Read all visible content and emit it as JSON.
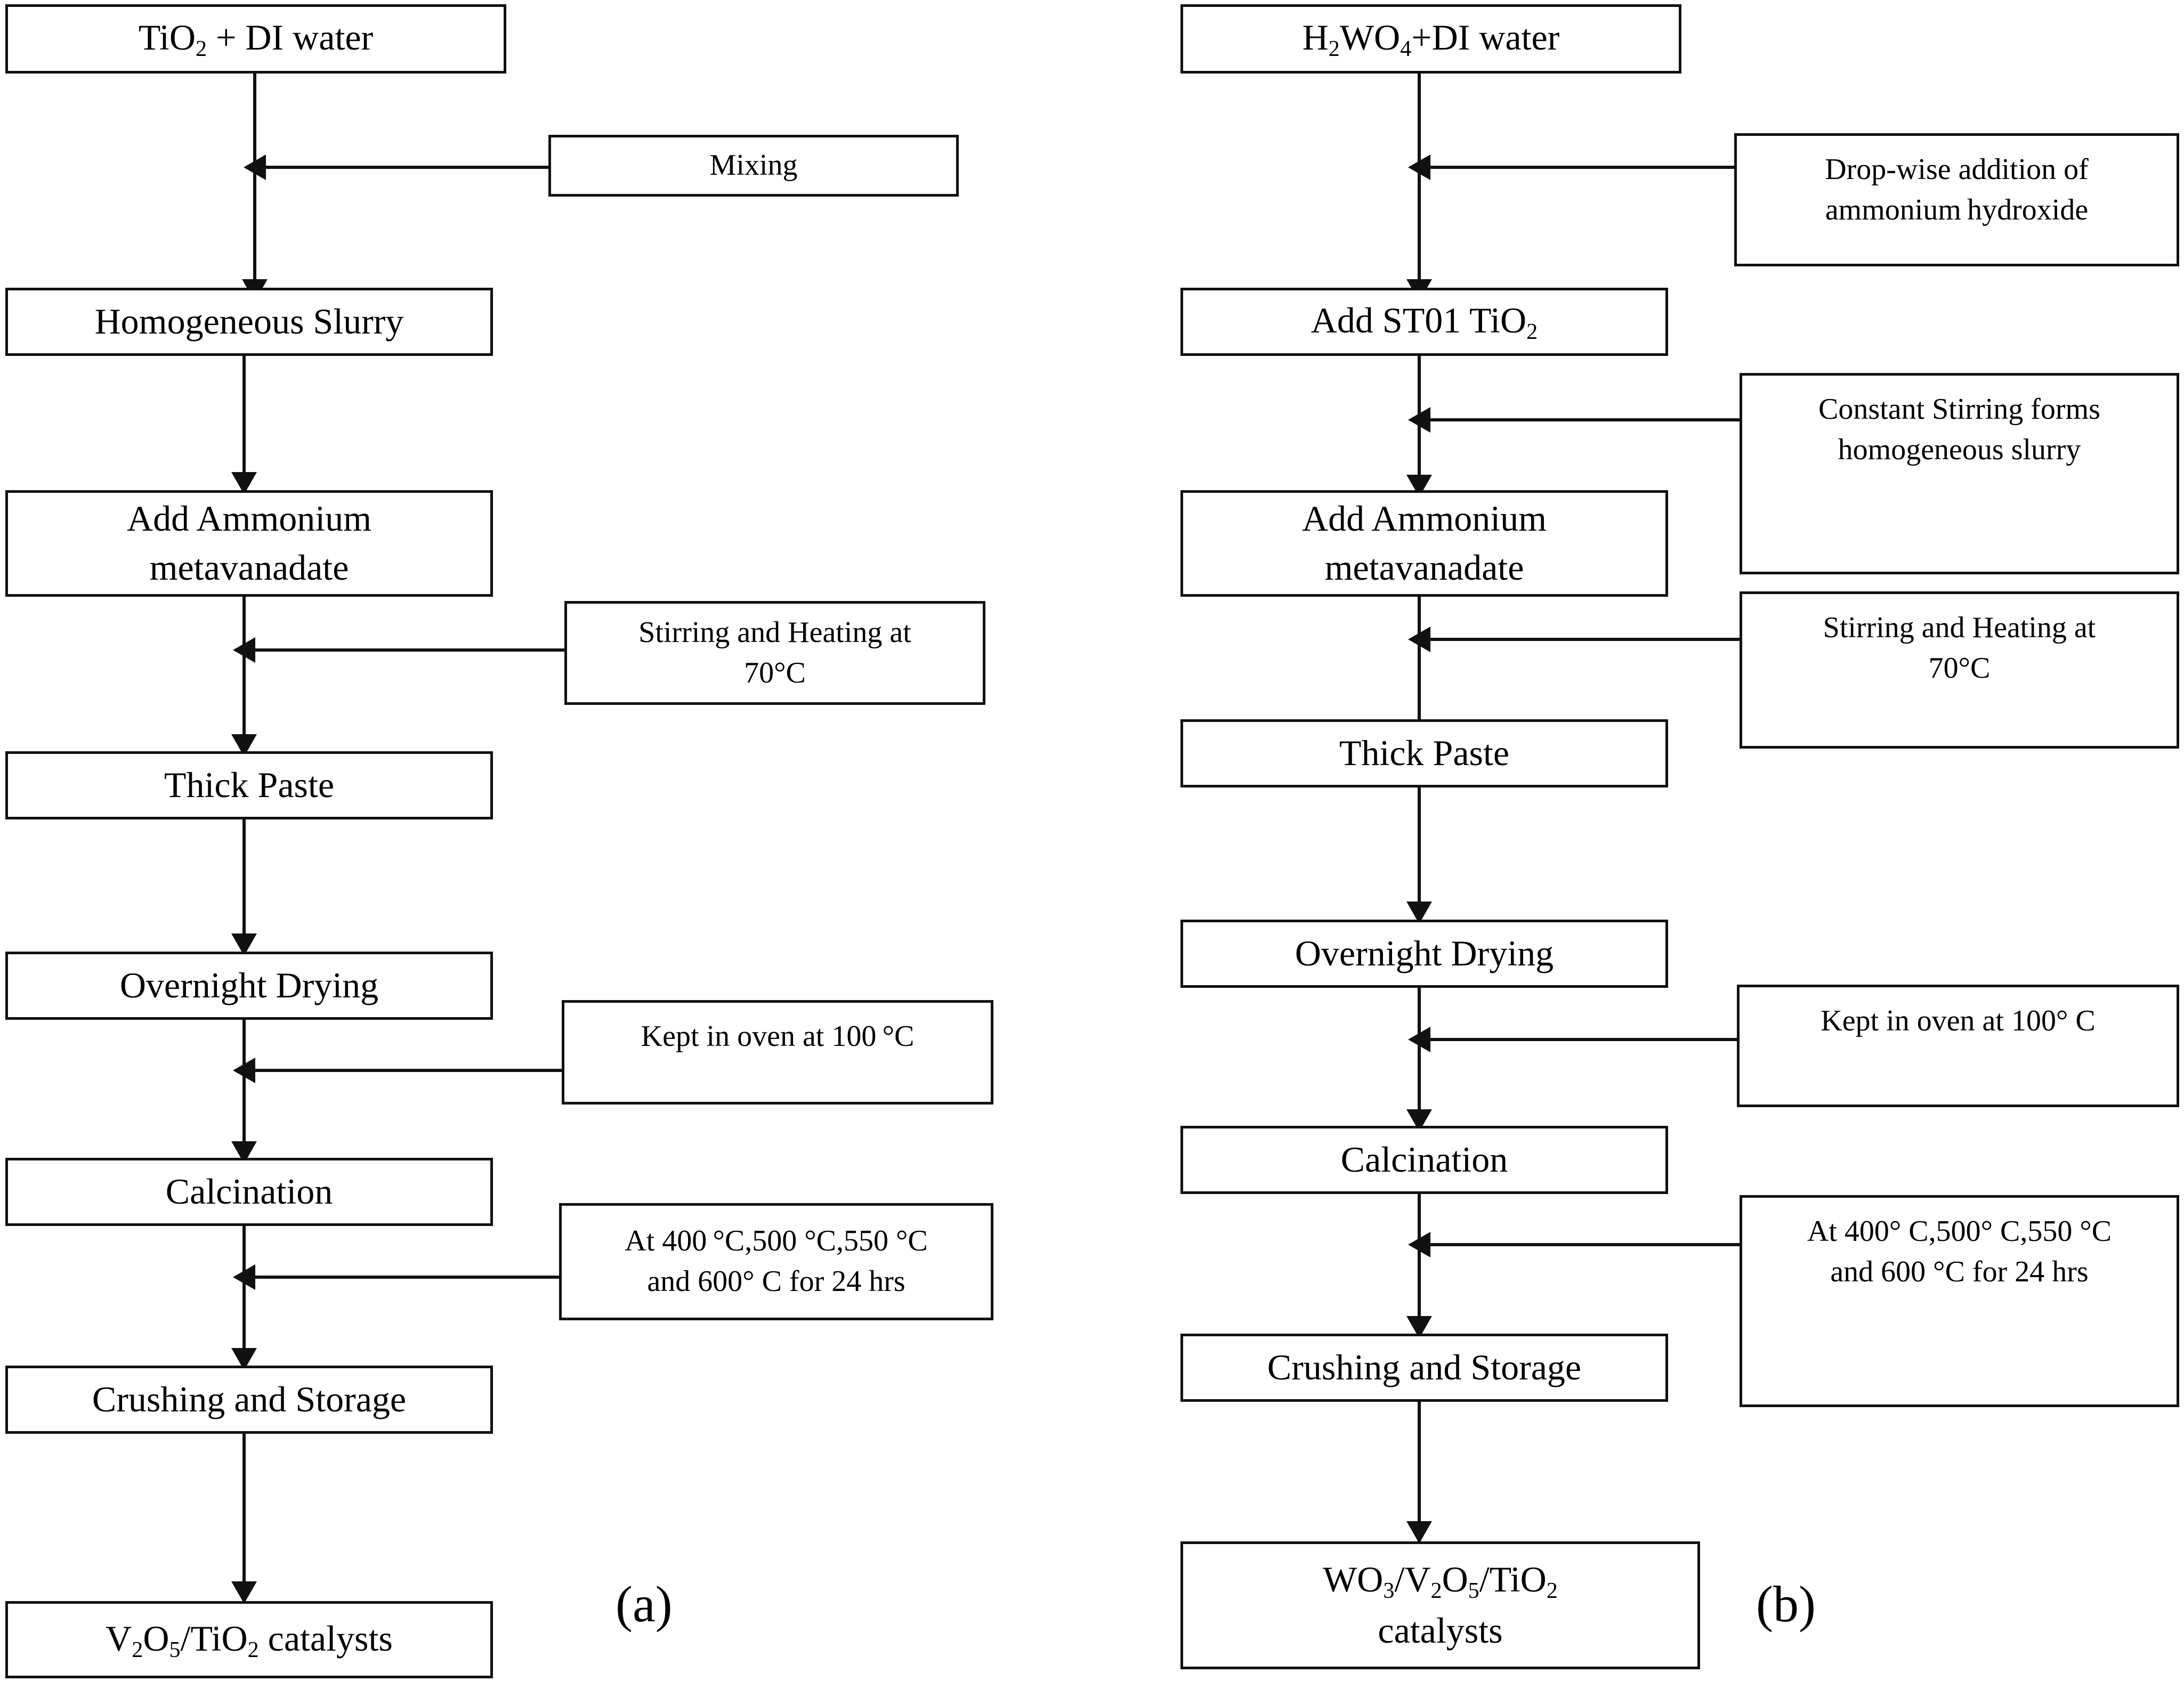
{
  "figure": {
    "type": "flowchart",
    "panels": [
      {
        "id": "a",
        "label": "(a)",
        "steps": [
          {
            "name": "precursor",
            "text_html": "TiO<sub>2</sub> + DI water"
          },
          {
            "name": "homogeneous-slurry",
            "text_html": "Homogeneous Slurry"
          },
          {
            "name": "add-ammonium-metavanadate",
            "text_html": "Add Ammonium<br>metavanadate"
          },
          {
            "name": "thick-paste",
            "text_html": "Thick Paste"
          },
          {
            "name": "overnight-drying",
            "text_html": "Overnight Drying"
          },
          {
            "name": "calcination",
            "text_html": "Calcination"
          },
          {
            "name": "crushing-and-storage",
            "text_html": "Crushing and Storage"
          },
          {
            "name": "product",
            "text_html": "V<sub>2</sub>O<sub>5</sub>/TiO<sub>2</sub> catalysts"
          }
        ],
        "annotations": [
          {
            "name": "mixing",
            "text_html": "Mixing"
          },
          {
            "name": "stirring-and-heating",
            "text_html": "Stirring and Heating at<br>70&deg;C"
          },
          {
            "name": "kept-in-oven",
            "text_html": "Kept in oven at 100&thinsp;&deg;C"
          },
          {
            "name": "calcination-temperatures",
            "text_html": "At 400&thinsp;&deg;C,500&nbsp;&deg;C,550&nbsp;&deg;C<br>and 600&deg; C for 24 hrs"
          }
        ]
      },
      {
        "id": "b",
        "label": "(b)",
        "steps": [
          {
            "name": "precursor",
            "text_html": "H<sub>2</sub>WO<sub>4</sub>+DI water"
          },
          {
            "name": "add-st01-tio2",
            "text_html": "Add ST01 TiO<sub>2</sub>"
          },
          {
            "name": "add-ammonium-metavanadate",
            "text_html": "Add Ammonium<br>metavanadate"
          },
          {
            "name": "thick-paste",
            "text_html": "Thick Paste"
          },
          {
            "name": "overnight-drying",
            "text_html": "Overnight Drying"
          },
          {
            "name": "calcination",
            "text_html": "Calcination"
          },
          {
            "name": "crushing-and-storage",
            "text_html": "Crushing and Storage"
          },
          {
            "name": "product",
            "text_html": "WO<sub>3</sub>/V<sub>2</sub>O<sub>5</sub>/TiO<sub>2</sub><br>catalysts"
          }
        ],
        "annotations": [
          {
            "name": "drop-wise-addition",
            "text_html": "Drop-wise addition of<br>ammonium&thinsp;hydroxide"
          },
          {
            "name": "constant-stirring",
            "text_html": "Constant Stirring forms<br>homogeneous slurry"
          },
          {
            "name": "stirring-and-heating",
            "text_html": "Stirring and Heating at<br>70&deg;C"
          },
          {
            "name": "kept-in-oven",
            "text_html": "Kept in oven at 100&deg; C"
          },
          {
            "name": "calcination-temperatures",
            "text_html": "At 400&deg; C,500&deg; C,550&nbsp;&deg;C<br>and 600&nbsp;&deg;C for 24 hrs"
          }
        ]
      }
    ],
    "colors": {
      "stroke": "#111111",
      "fill": "#ffffff",
      "text": "#000000"
    }
  }
}
